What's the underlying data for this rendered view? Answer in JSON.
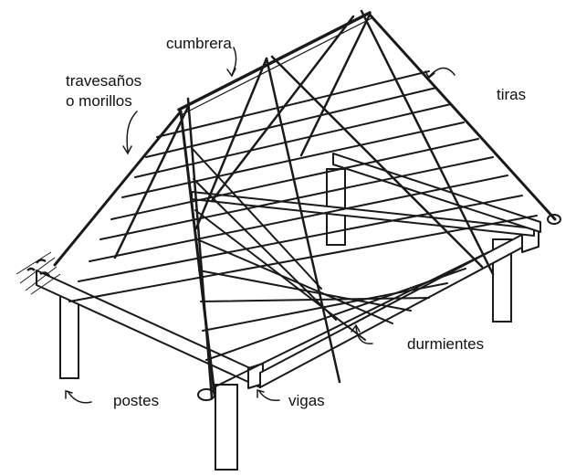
{
  "labels": {
    "cumbrera": "cumbrera",
    "travesanos_line1": "travesaños",
    "travesanos_line2": "o morillos",
    "tiras": "tiras",
    "durmientes": "durmientes",
    "postes": "postes",
    "vigas": "vigas"
  },
  "colors": {
    "ink": "#1a1a1a",
    "paper": "#ffffff",
    "shade": "#dcdcdc"
  }
}
